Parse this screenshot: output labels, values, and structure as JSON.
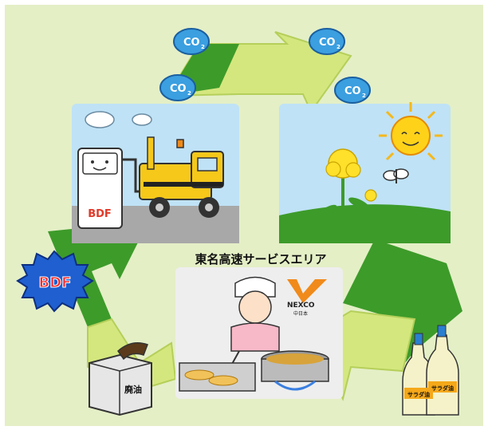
{
  "diagram": {
    "center_title": "東名高速サービスエリア",
    "co2_label": "CO",
    "co2_subscript": "2",
    "bdf_badge": "BDF",
    "tank_bdf_label": "BDF",
    "nexco_logo_text": "NEXCO",
    "nexco_logo_sub": "中日本",
    "waste_oil_label": "廃油",
    "salad_oil_label_1": "サラダ油",
    "salad_oil_label_2": "サラダ油"
  },
  "colors": {
    "background": "#e4efc6",
    "arrow_dark": "#3d9b2a",
    "arrow_light": "#d4e77e",
    "sky": "#bfe2f6",
    "co2_bubble": "#3b9fe0"
  }
}
